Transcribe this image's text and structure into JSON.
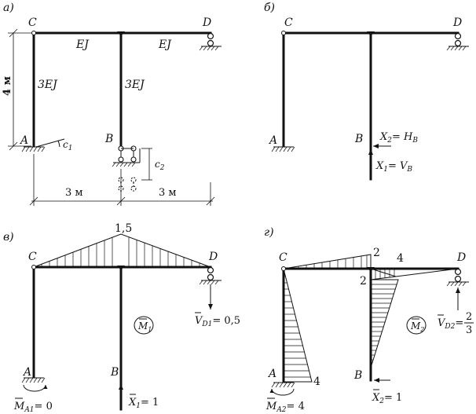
{
  "panels": {
    "a": {
      "label": "а)",
      "nodes": {
        "C": "C",
        "D": "D",
        "A": "A",
        "B": "B"
      },
      "stiffness": {
        "top_left": "EJ",
        "top_right": "EJ",
        "col_left": "3EJ",
        "col_mid": "3EJ"
      },
      "dims": {
        "height": "4 м",
        "span_left": "3 м",
        "span_right": "3 м"
      },
      "settlements": {
        "rotation_base": "c",
        "rotation_sub": "1",
        "disp_base": "c",
        "disp_sub": "2"
      }
    },
    "b": {
      "label": "б)",
      "nodes": {
        "C": "C",
        "D": "D",
        "A": "A",
        "B": "B"
      },
      "unknowns": {
        "x2_base": "X",
        "x2_sub": "2",
        "x2_eq": "= ",
        "x2_val": "H",
        "x2_val_sub": "B",
        "x1_base": "X",
        "x1_sub": "1",
        "x1_eq": "= ",
        "x1_val": "V",
        "x1_val_sub": "B"
      }
    },
    "c": {
      "label": "в)",
      "nodes": {
        "C": "C",
        "D": "D",
        "A": "A",
        "B": "B"
      },
      "peak_value": "1,5",
      "diagram_base": "M",
      "diagram_sub": "1",
      "reactions": {
        "vd_base": "V",
        "vd_sub": "D1",
        "vd_val": "= 0,5",
        "ma_base": "M",
        "ma_sub": "A1",
        "ma_val": "= 0",
        "x_base": "X",
        "x_sub": "1",
        "x_val": "= 1"
      }
    },
    "d": {
      "label": "г)",
      "nodes": {
        "C": "C",
        "D": "D",
        "A": "A",
        "B": "B"
      },
      "values": {
        "top_left": "2",
        "top_right": "4",
        "mid_col": "2",
        "base_a": "4"
      },
      "diagram_base": "M",
      "diagram_sub": "2",
      "reactions": {
        "vd_base": "V",
        "vd_sub": "D2",
        "vd_eq": "=",
        "vd_num": "2",
        "vd_den": "3",
        "ma_base": "M",
        "ma_sub": "A2",
        "ma_val": "= 4",
        "x_base": "X",
        "x_sub": "2",
        "x_val": "= 1"
      }
    }
  }
}
